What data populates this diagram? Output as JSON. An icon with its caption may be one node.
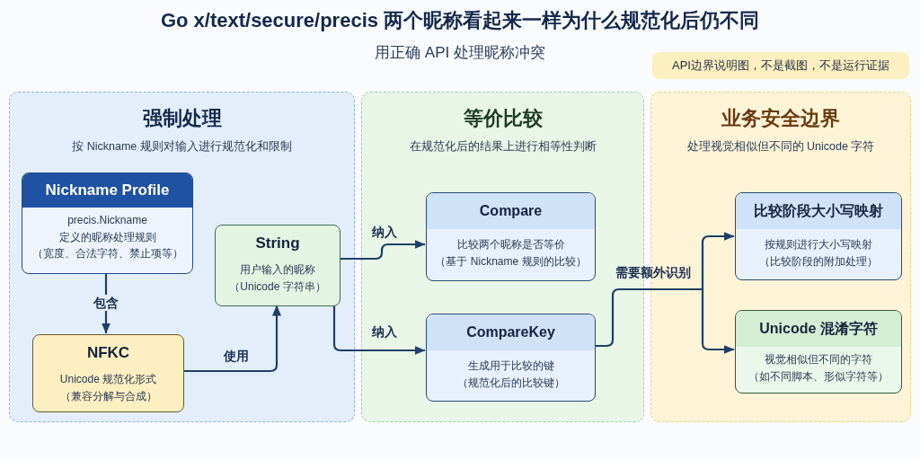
{
  "diagram": {
    "title": "Go x/text/secure/precis 两个昵称看起来一样为什么规范化后仍不同",
    "nodes": [
      {
        "text": [
          "强制处理",
          "按 Nickname 规则对输入进行规范化和限制"
        ]
      },
      {
        "text": [
          "Nickname Profile",
          "precis.Nickname 定义的昵称处理规则",
          "（宽度、合法字符、禁止项等）"
        ],
        "in": 0
      },
      {
        "text": [
          "String",
          "用户输入的昵称",
          "（Unicode 字符串）"
        ],
        "in": 0
      },
      {
        "text": [
          "NFKC",
          "Unicode 规范化形式",
          "（兼容分解与合成）"
        ],
        "in": 0
      },
      {
        "text": [
          "等价比较",
          "在规范化后的结果上进行相等性判断"
        ]
      },
      {
        "text": [
          "Compare",
          "比较两个昵称是否等价",
          "（基于 Nickname 规则的比较）"
        ],
        "in": 4
      },
      {
        "text": [
          "CompareKey",
          "生成用于比较的键",
          "（规范化后的比较键）"
        ],
        "in": 4
      },
      {
        "text": [
          "业务安全边界",
          "处理视觉相似但不同的 Unicode 字符"
        ]
      },
      {
        "text": [
          "比较阶段大小写映射",
          "按规则进行大小写映射",
          "（比较阶段的附加处理）"
        ],
        "in": 7
      },
      {
        "text": [
          "Unicode 混淆字符",
          "视觉相似但不同的字符",
          "（如不同脚本、形似字符等）"
        ],
        "in": 7
      }
    ],
    "edges": [
      {
        "from": 1,
        "to": 3,
        "arrow": "to",
        "label": "包含"
      },
      {
        "from": 3,
        "to": 2,
        "arrow": "to",
        "label": "使用"
      },
      {
        "from": 2,
        "to": 5,
        "arrow": "to",
        "label": "纳入"
      },
      {
        "from": 2,
        "to": 6,
        "arrow": "to",
        "label": "纳入"
      },
      {
        "from": 6,
        "to": 8,
        "arrow": "to",
        "label": "需要额外识别"
      },
      {
        "from": 6,
        "to": 9,
        "arrow": "to"
      }
    ],
    "labels": [
      "用正确 API 处理昵称冲突",
      "API边界说明图，不是截图，不是运行证据"
    ]
  }
}
